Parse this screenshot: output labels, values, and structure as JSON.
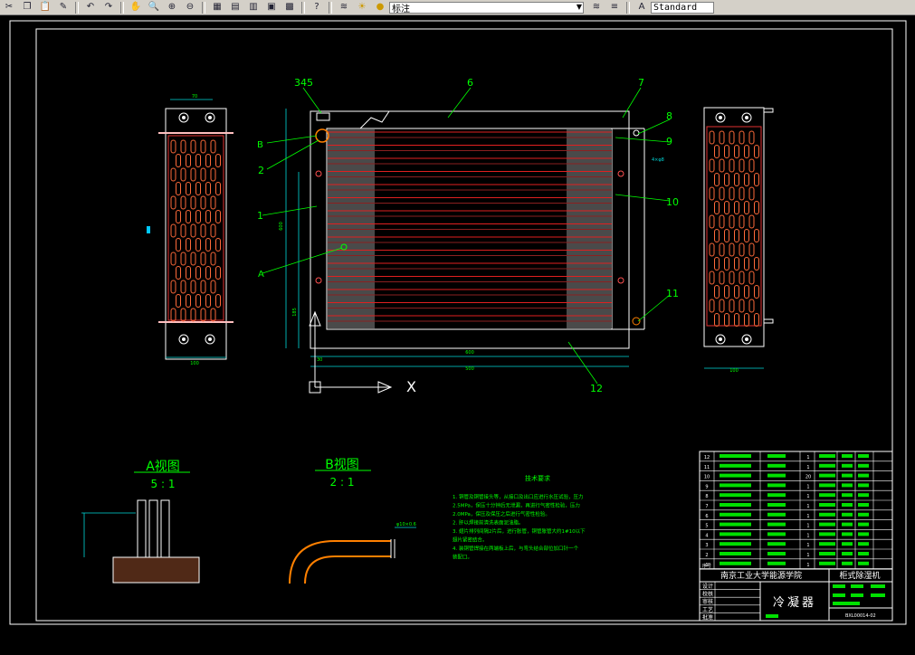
{
  "toolbar": {
    "icons": [
      "cut-icon",
      "copy-icon",
      "paste-icon",
      "match-properties-icon",
      "undo-icon",
      "redo-icon",
      "pan-icon",
      "zoom-realtime-icon",
      "zoom-window-icon",
      "zoom-previous-icon",
      "properties-icon",
      "design-center-icon",
      "tool-palettes-icon",
      "markup-icon",
      "calculator-icon",
      "help-icon",
      "layer-manager-icon",
      "text-style-icon"
    ],
    "layer_name": "标注",
    "text_style": "Standard"
  },
  "drawing": {
    "callouts": [
      "345",
      "6",
      "7",
      "8",
      "9",
      "B",
      "2",
      "1",
      "10",
      "A",
      "11",
      "12"
    ],
    "dims": {
      "d600a": "600",
      "d600b": "600",
      "d500": "500",
      "d30": "30",
      "d185": "185",
      "d70": "70",
      "d100a": "100",
      "d100b": "100",
      "d4": "4×φ8"
    },
    "view_a_title": "A视图",
    "view_a_scale": "5 : 1",
    "view_b_title": "B视图",
    "view_b_scale": "2 : 1",
    "view_b_note": "φ10×0.6",
    "notes_title": "技术要求",
    "notes": [
      "1.    铜管及铜管接头等，从接口及出口应进行水压试验，压力",
      "2.5MPa，保压十分钟后无泄漏，再进行气密性检验，压力",
      "2.0MPa，保压及保压之后进行气密性检验。",
      "2.    肝以焊接前清洗表面泥油脂。",
      "3.    翅片排列间隔2片后，进行胀管，铜管胀管大约1#10以下",
      "翅片紧密结合。",
      "4.    装铜管焊接在两端板上后，与弯头结合部位加口针一个",
      "装配口。"
    ],
    "title_block": {
      "school": "南京工业大学能源学院",
      "product": "柜式除湿机",
      "drawing_name": "冷凝器",
      "drawing_no": "BXL00014-02",
      "row_nums": [
        "12",
        "11",
        "10",
        "9",
        "8",
        "7",
        "6",
        "5",
        "4",
        "3",
        "2",
        "1"
      ],
      "header_label": "序号",
      "sign_labels": [
        "设计",
        "校核",
        "审核",
        "工艺",
        "批准"
      ],
      "part_qty": [
        "1",
        "1",
        "20",
        "1",
        "1",
        "1",
        "1",
        "1",
        "1",
        "1",
        "1",
        "1"
      ]
    }
  }
}
